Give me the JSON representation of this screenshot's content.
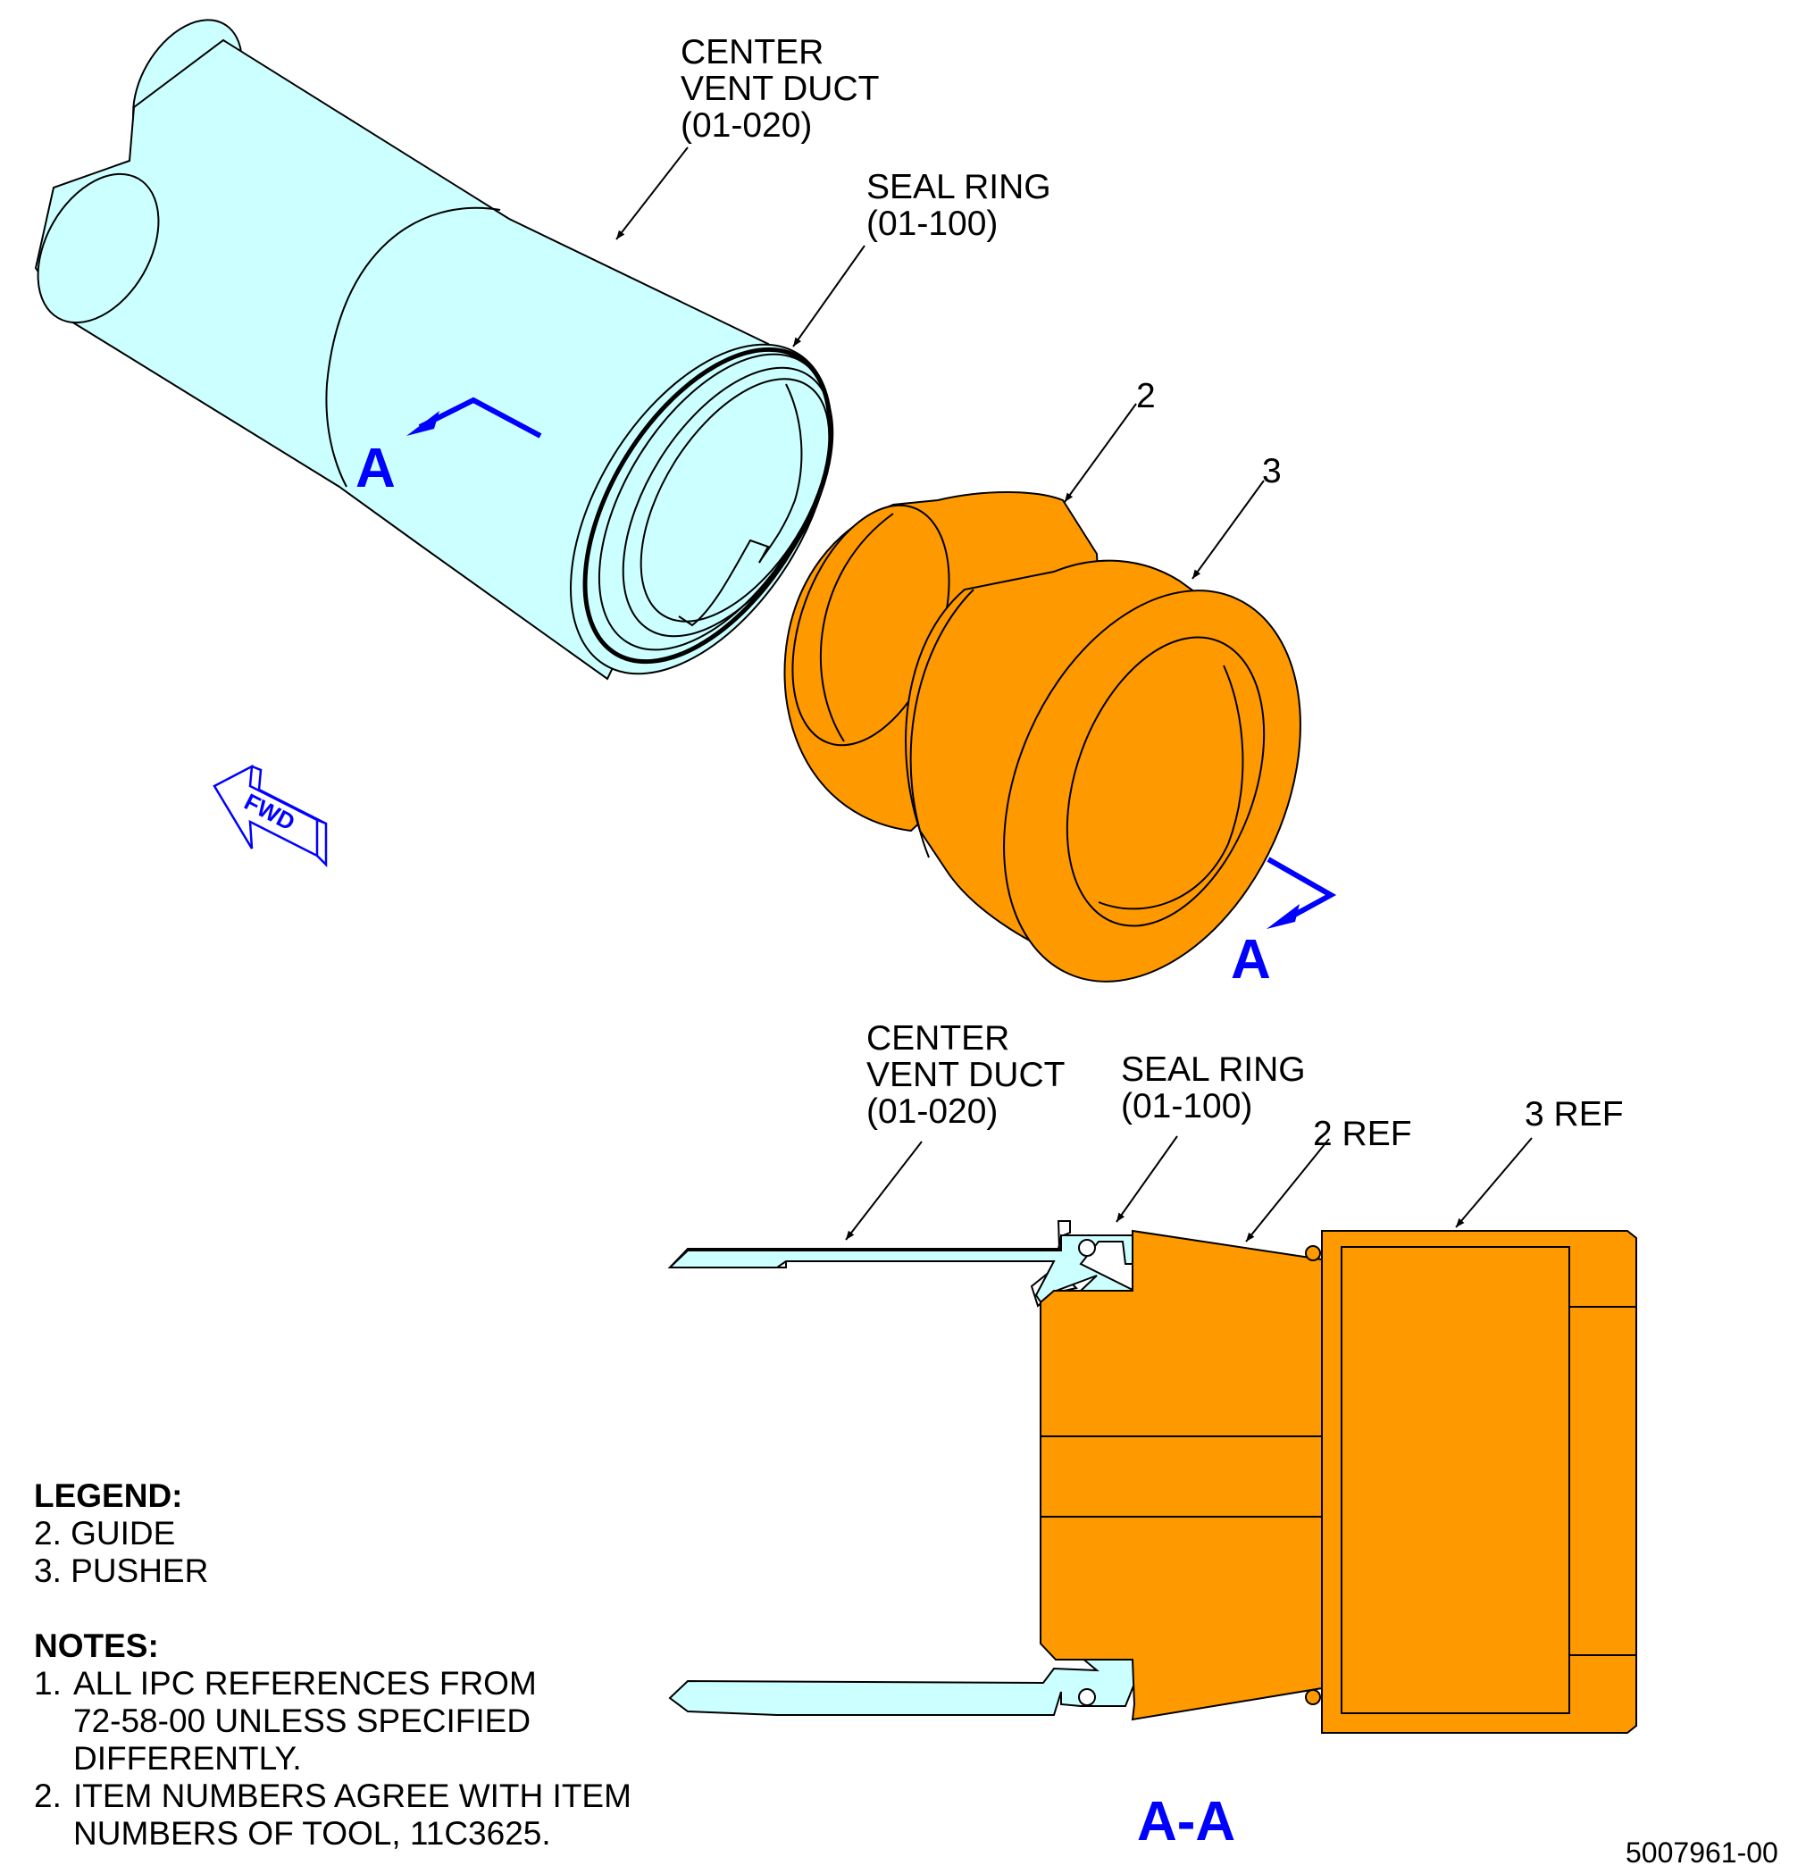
{
  "drawing": {
    "top_view": {
      "duct_label": [
        "CENTER",
        "VENT DUCT",
        "(01-020)"
      ],
      "seal_label": [
        "SEAL RING",
        "(01-100)"
      ],
      "guide_item": "2",
      "pusher_item": "3",
      "section_marker": "A",
      "fwd_label": "FWD"
    },
    "section_view": {
      "duct_label": [
        "CENTER",
        "VENT DUCT",
        "(01-020)"
      ],
      "seal_label": [
        "SEAL RING",
        "(01-100)"
      ],
      "guide_ref": "2 REF",
      "pusher_ref": "3 REF",
      "title": "A-A"
    },
    "colors": {
      "duct": "#ccffff",
      "tool": "#ff9900",
      "section_marker": "#0000ff",
      "line": "#000000"
    }
  },
  "legend": {
    "title": "LEGEND:",
    "items": [
      "2. GUIDE",
      "3. PUSHER"
    ]
  },
  "notes": {
    "title": "NOTES:",
    "items": [
      {
        "num": "1.",
        "lines": [
          "ALL IPC REFERENCES FROM",
          "72-58-00 UNLESS SPECIFIED",
          "DIFFERENTLY."
        ]
      },
      {
        "num": "2.",
        "lines": [
          "ITEM NUMBERS AGREE WITH ITEM",
          "NUMBERS OF TOOL, 11C3625."
        ]
      }
    ]
  },
  "figure_number": "5007961-00"
}
